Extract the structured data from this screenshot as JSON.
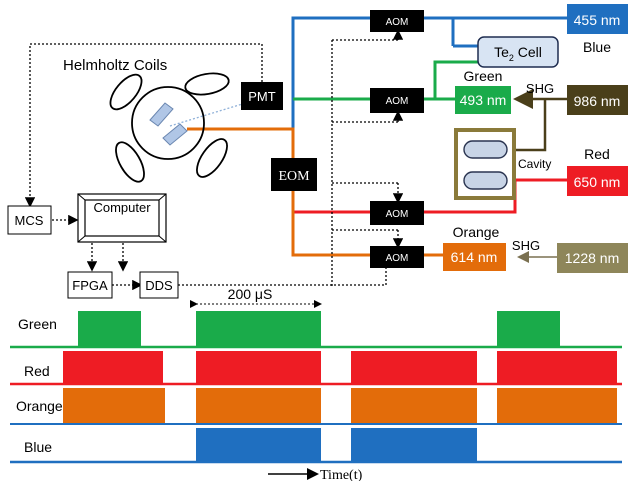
{
  "labels": {
    "helmholtz": "Helmholtz Coils",
    "pmt": "PMT",
    "eom": "EOM",
    "aom": "AOM",
    "te2_main": "Te",
    "te2_sub": "2",
    "te2_tail": " Cell",
    "mcs": "MCS",
    "computer": "Computer",
    "fpga": "FPGA",
    "dds": "DDS",
    "cavity": "Cavity",
    "shg": "SHG",
    "green": "Green",
    "red": "Red",
    "orange": "Orange",
    "blue": "Blue",
    "l455": "455 nm",
    "l493": "493 nm",
    "l986": "986 nm",
    "l650": "650 nm",
    "l614": "614 nm",
    "l1228": "1228 nm",
    "pulse_width": "200 μS",
    "time_axis": "Time(t)"
  },
  "timing_rows": {
    "green": "Green",
    "red": "Red",
    "orange": "Orange",
    "blue": "Blue"
  },
  "colors": {
    "blue": "#1f6fc0",
    "green": "#1aab4a",
    "red": "#ee1c24",
    "orange": "#e36c0a",
    "dark_olive": "#4a3f1a",
    "olive": "#8e865a",
    "cavity_frame": "#8a7a3a",
    "te_cell": "#d8e4f3"
  }
}
